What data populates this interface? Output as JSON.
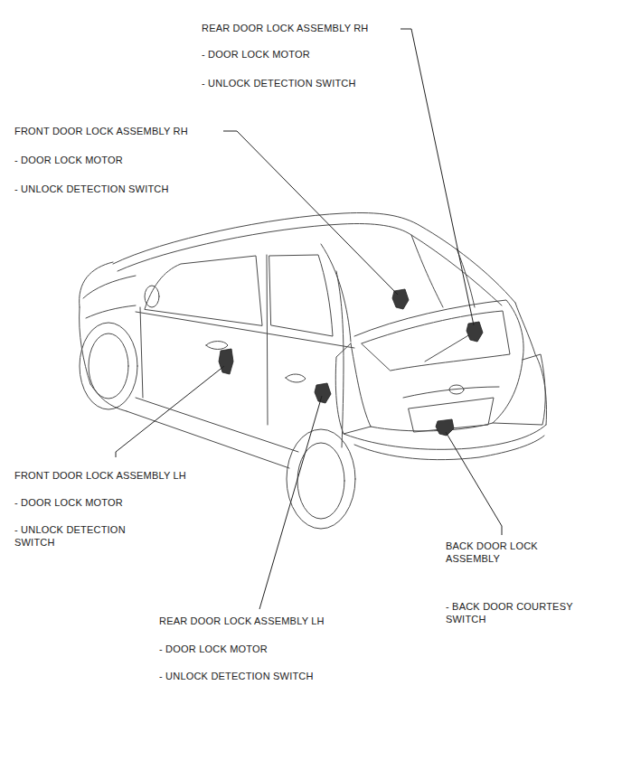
{
  "diagram": {
    "labels": [
      "REAR DOOR LOCK ASSEMBLY RH",
      "- DOOR LOCK MOTOR",
      "- UNLOCK DETECTION SWITCH",
      "FRONT DOOR LOCK ASSEMBLY RH",
      "- DOOR LOCK MOTOR",
      "- UNLOCK DETECTION SWITCH",
      "FRONT DOOR LOCK ASSEMBLY LH",
      "- DOOR LOCK MOTOR",
      "- UNLOCK DETECTION SWITCH",
      "BACK DOOR LOCK ASSEMBLY",
      "- BACK DOOR COURTESY SWITCH",
      "REAR DOOR LOCK ASSEMBLY LH",
      "- DOOR LOCK MOTOR",
      "- UNLOCK DETECTION SWITCH"
    ]
  }
}
